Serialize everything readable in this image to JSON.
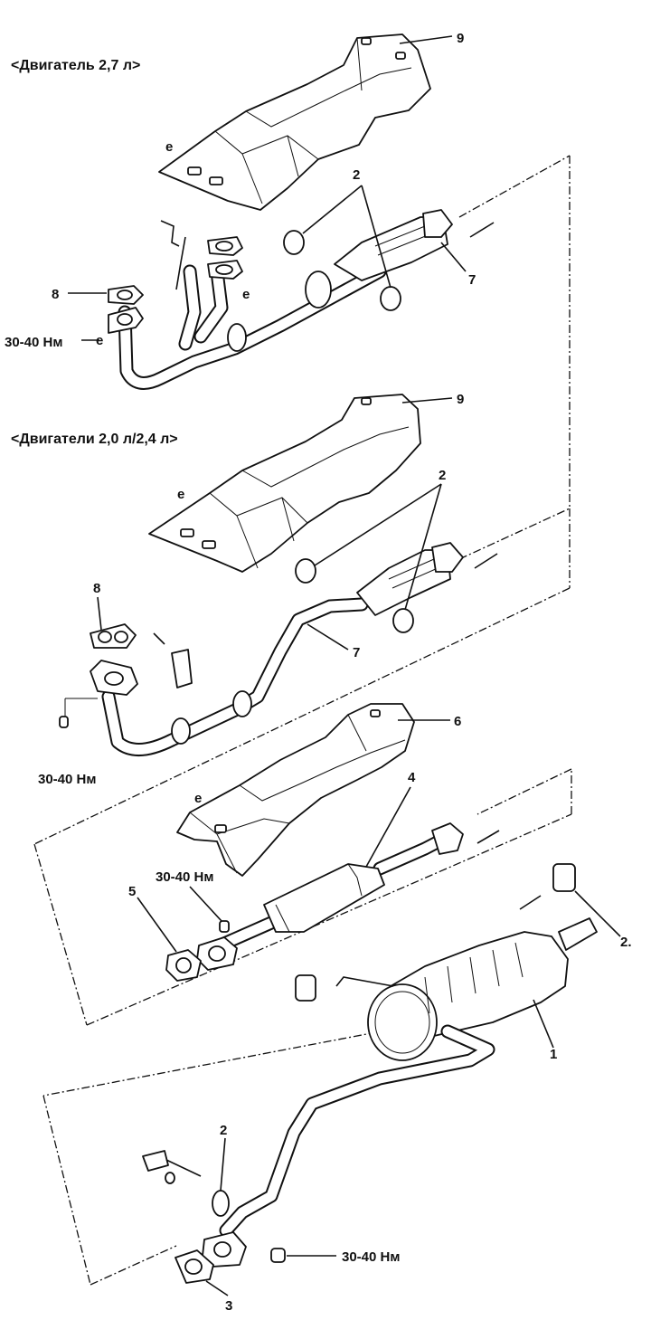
{
  "sections": {
    "engine_27": "<Двигатель 2,7 л>",
    "engine_20_24": "<Двигатели 2,0 л/2,4 л>"
  },
  "callouts": {
    "top_9": "9",
    "top_2": "2",
    "top_7": "7",
    "top_8": "8",
    "mid_9": "9",
    "mid_2": "2",
    "mid_8": "8",
    "mid_7": "7",
    "p6": "6",
    "p4": "4",
    "p5": "5",
    "p2_right": "2.",
    "p1": "1",
    "bot_2": "2",
    "bot_3": "3"
  },
  "torques": {
    "t1": "30-40 Нм",
    "t2": "30-40 Нм",
    "t3": "30-40 Нм",
    "t4": "30-40 Нм"
  }
}
